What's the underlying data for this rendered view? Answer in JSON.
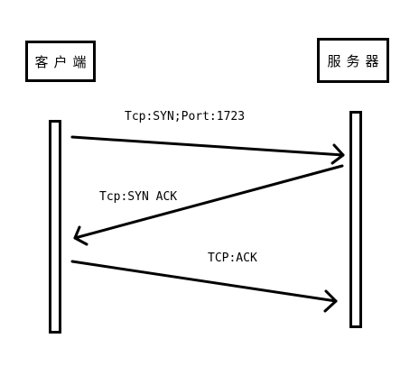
{
  "participants": {
    "client": "客户端",
    "server": "服务器"
  },
  "messages": [
    {
      "label": "Tcp:SYN;Port:1723",
      "from": "client",
      "to": "server"
    },
    {
      "label": "Tcp:SYN ACK",
      "from": "server",
      "to": "client"
    },
    {
      "label": "TCP:ACK",
      "from": "client",
      "to": "server"
    }
  ]
}
